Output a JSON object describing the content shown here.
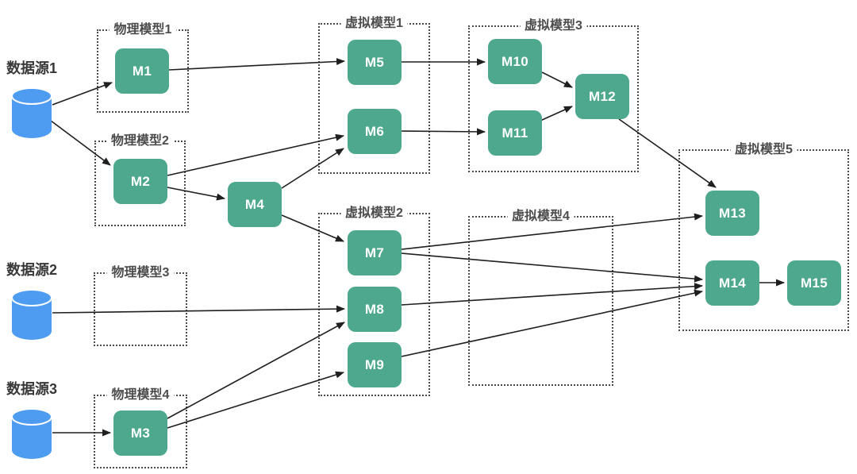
{
  "diagram": {
    "colors": {
      "node": "#4da88d",
      "node_text": "#ffffff",
      "source": "#4d9cf2",
      "edge": "#1f1f1f",
      "group_border": "#4a4a4a",
      "group_label": "#4c4c4c",
      "source_label": "#383838",
      "background": "#ffffff"
    },
    "sources": [
      {
        "id": "ds1",
        "label": "数据源1"
      },
      {
        "id": "ds2",
        "label": "数据源2"
      },
      {
        "id": "ds3",
        "label": "数据源3"
      }
    ],
    "groups": [
      {
        "id": "pm1",
        "label": "物理模型1"
      },
      {
        "id": "pm2",
        "label": "物理模型2"
      },
      {
        "id": "pm3",
        "label": "物理模型3"
      },
      {
        "id": "pm4",
        "label": "物理模型4"
      },
      {
        "id": "vm1",
        "label": "虚拟模型1"
      },
      {
        "id": "vm2",
        "label": "虚拟模型2"
      },
      {
        "id": "vm3",
        "label": "虚拟模型3"
      },
      {
        "id": "vm4",
        "label": "虚拟模型4"
      },
      {
        "id": "vm5",
        "label": "虚拟模型5"
      }
    ],
    "nodes": [
      {
        "id": "M1",
        "label": "M1"
      },
      {
        "id": "M2",
        "label": "M2"
      },
      {
        "id": "M3",
        "label": "M3"
      },
      {
        "id": "M4",
        "label": "M4"
      },
      {
        "id": "M5",
        "label": "M5"
      },
      {
        "id": "M6",
        "label": "M6"
      },
      {
        "id": "M7",
        "label": "M7"
      },
      {
        "id": "M8",
        "label": "M8"
      },
      {
        "id": "M9",
        "label": "M9"
      },
      {
        "id": "M10",
        "label": "M10"
      },
      {
        "id": "M11",
        "label": "M11"
      },
      {
        "id": "M12",
        "label": "M12"
      },
      {
        "id": "M13",
        "label": "M13"
      },
      {
        "id": "M14",
        "label": "M14"
      },
      {
        "id": "M15",
        "label": "M15"
      }
    ],
    "edges": [
      {
        "from": "ds1",
        "to": "M1"
      },
      {
        "from": "ds1",
        "to": "M2"
      },
      {
        "from": "ds2",
        "to": "M8"
      },
      {
        "from": "ds3",
        "to": "M3"
      },
      {
        "from": "M1",
        "to": "M5"
      },
      {
        "from": "M2",
        "to": "M6"
      },
      {
        "from": "M2",
        "to": "M4"
      },
      {
        "from": "M4",
        "to": "M6"
      },
      {
        "from": "M4",
        "to": "M7"
      },
      {
        "from": "M5",
        "to": "M10"
      },
      {
        "from": "M6",
        "to": "M11"
      },
      {
        "from": "M10",
        "to": "M12"
      },
      {
        "from": "M11",
        "to": "M12"
      },
      {
        "from": "M12",
        "to": "M13"
      },
      {
        "from": "M7",
        "to": "M13"
      },
      {
        "from": "M7",
        "to": "M14"
      },
      {
        "from": "M3",
        "to": "M8"
      },
      {
        "from": "M3",
        "to": "M9"
      },
      {
        "from": "M8",
        "to": "M14"
      },
      {
        "from": "M9",
        "to": "M14"
      },
      {
        "from": "M14",
        "to": "M15"
      }
    ]
  }
}
